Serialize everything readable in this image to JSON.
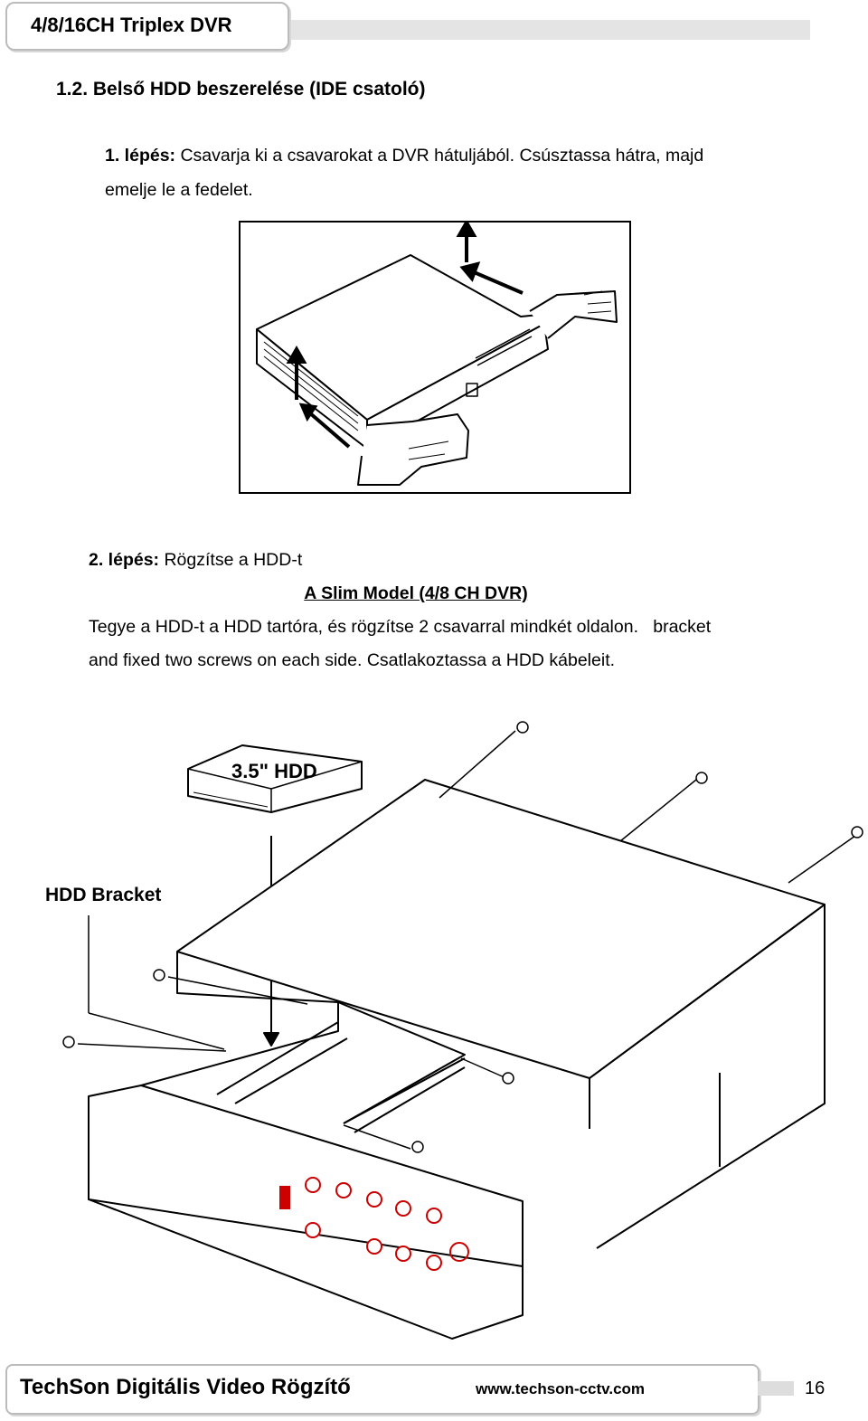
{
  "header": {
    "title": "4/8/16CH Triplex DVR"
  },
  "section": {
    "title": "1.2.  Belső HDD beszerelése (IDE csatoló)"
  },
  "step1": {
    "label": "1. lépés:",
    "line1": " Csavarja ki a csavarokat a DVR hátuljából. Csúsztassa hátra, majd",
    "line2": "emelje le a fedelet."
  },
  "step2": {
    "label": "2. lépés:",
    "text": " Rögzítse a HDD-t",
    "subtitle": "A Slim Model (4/8 CH DVR)",
    "line1": "Tegye a HDD-t a HDD tartóra, és rögzítse 2 csavarral mindkét oldalon.   bracket",
    "line2": "and fixed two screws on each side. Csatlakoztassa a HDD kábeleit."
  },
  "figure2": {
    "hdd_label": "3.5\" HDD",
    "bracket_label": "HDD Bracket"
  },
  "footer": {
    "title": "TechSon Digitális Video Rögzítő",
    "url": "www.techson-cctv.com",
    "page": "16"
  }
}
